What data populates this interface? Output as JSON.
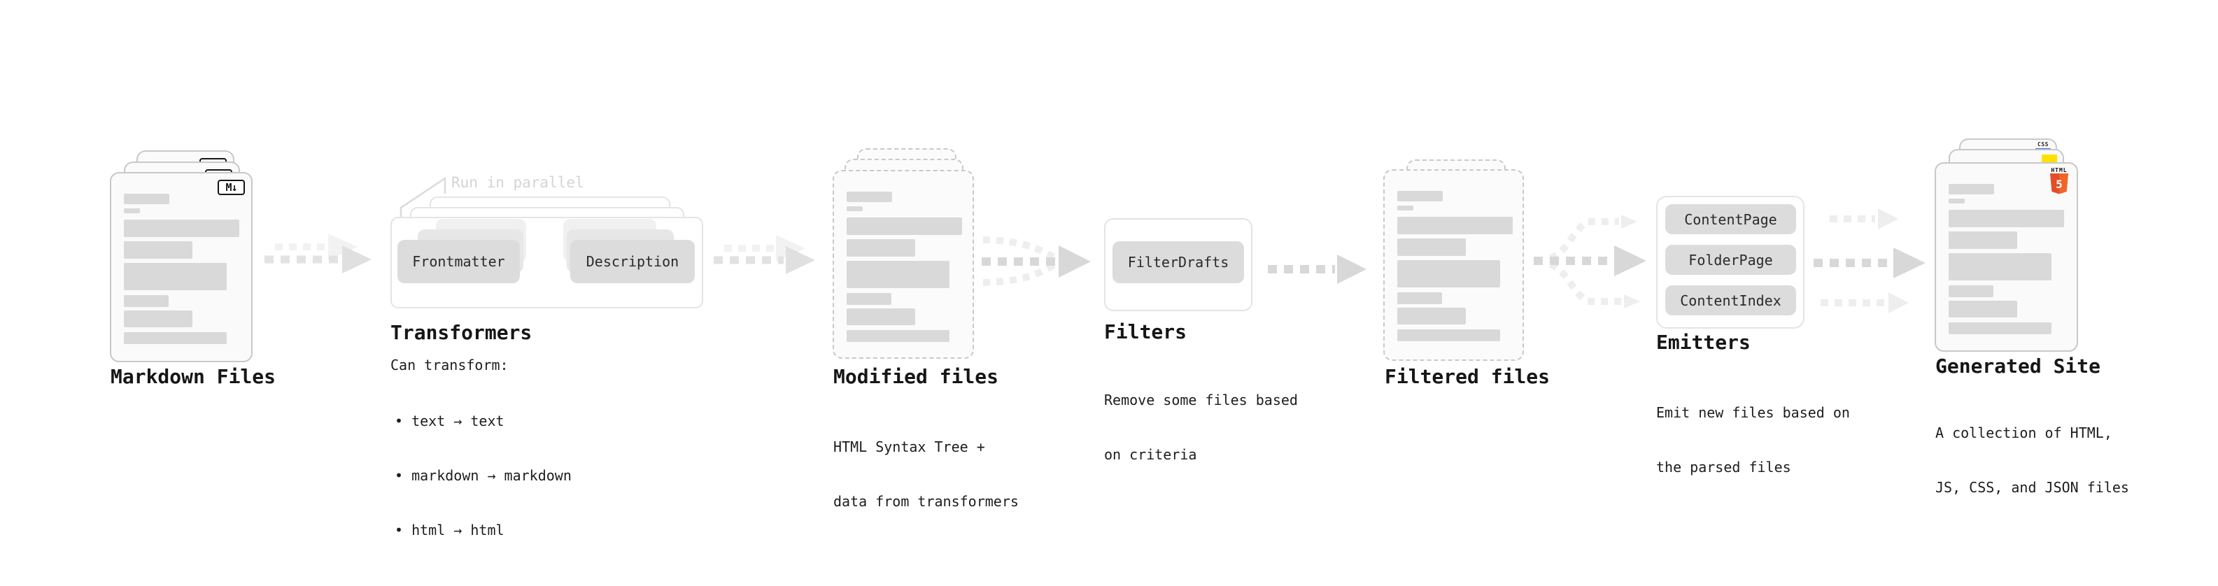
{
  "markdown": {
    "title": "Markdown Files",
    "badge": "M↓"
  },
  "transformers": {
    "title": "Transformers",
    "note": "Run in parallel",
    "stage_a": "Frontmatter",
    "stage_b": "Description",
    "desc_heading": "Can transform:",
    "bullets": [
      "• text → text",
      "• markdown → markdown",
      "• html → html"
    ]
  },
  "modified": {
    "title": "Modified files",
    "desc": [
      "HTML Syntax Tree +",
      "data from transformers"
    ]
  },
  "filters": {
    "title": "Filters",
    "box": "FilterDrafts",
    "desc": [
      "Remove some files based",
      "on criteria"
    ]
  },
  "filtered": {
    "title": "Filtered files"
  },
  "emitters": {
    "title": "Emitters",
    "boxes": [
      "ContentPage",
      "FolderPage",
      "ContentIndex"
    ],
    "desc": [
      "Emit new files based on",
      "the parsed files"
    ]
  },
  "generated": {
    "title": "Generated Site",
    "desc": [
      "A collection of HTML,",
      "JS, CSS, and JSON files"
    ],
    "css_badge": "CSS",
    "html_badge_label": "HTML",
    "html_badge_number": "5"
  },
  "colors": {
    "card_border": "#c8c8c8",
    "dashed_border": "#c9c9c9",
    "bar_fill": "#d9d9d9",
    "box_fill": "#dcdcdc",
    "outline_border": "#e4e4e4",
    "arrow_dark": "#d8d8d8",
    "arrow_faint": "#e0e0e0",
    "arrow_light": "#eeeeee",
    "note_gray": "#d4d4d4",
    "html5_orange": "#e44d26",
    "html5_orange_light": "#f16529",
    "js_yellow": "#ffe000",
    "css_blue": "#2e6bf0"
  }
}
